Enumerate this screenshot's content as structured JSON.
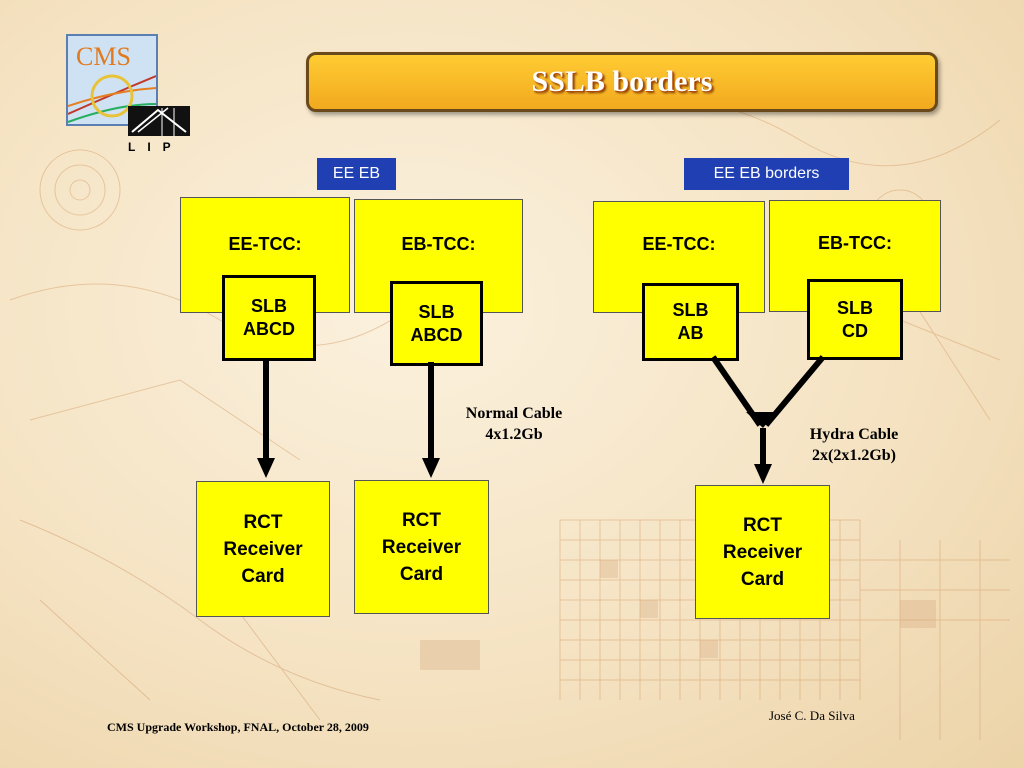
{
  "slide": {
    "title": "SSLB borders",
    "footer_left": "CMS Upgrade Workshop, FNAL, October 28, 2009",
    "footer_right": "José C. Da Silva"
  },
  "logos": {
    "cms": "CMS",
    "lip": "LIP"
  },
  "left_group": {
    "label": "EE  EB",
    "ee_tcc": "EE-TCC:",
    "eb_tcc": "EB-TCC:",
    "slb_ee": "SLB\nABCD",
    "slb_eb": "SLB\nABCD",
    "rct_ee": "RCT\nReceiver\nCard",
    "rct_eb": "RCT\nReceiver\nCard",
    "cable": "Normal Cable\n4x1.2Gb"
  },
  "right_group": {
    "label": "EE  EB borders",
    "ee_tcc": "EE-TCC:",
    "eb_tcc": "EB-TCC:",
    "slb_ee": "SLB\nAB",
    "slb_eb": "SLB\nCD",
    "rct": "RCT\nReceiver\nCard",
    "cable": "Hydra Cable\n2x(2x1.2Gb)"
  },
  "colors": {
    "box_fill": "#ffff00",
    "label_fill": "#1f3fb3",
    "title_fill": "#f2a91e"
  }
}
